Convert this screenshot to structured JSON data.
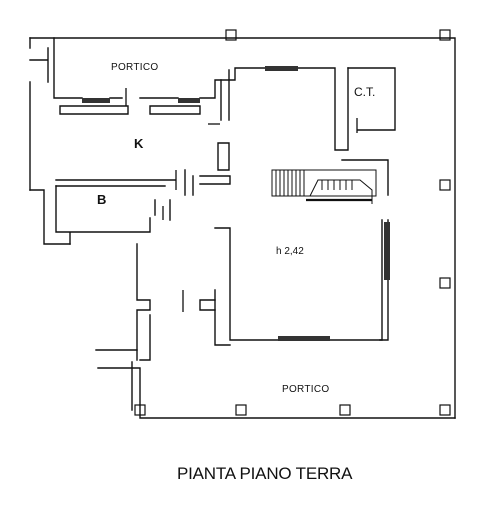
{
  "plan": {
    "title": "PIANTA PIANO TERRA",
    "rooms": {
      "portico_top": "PORTICO",
      "kitchen": "K",
      "centrale_termica": "C.T.",
      "bath": "B",
      "living_height": "h 2,42",
      "portico_bottom": "PORTICO"
    }
  }
}
